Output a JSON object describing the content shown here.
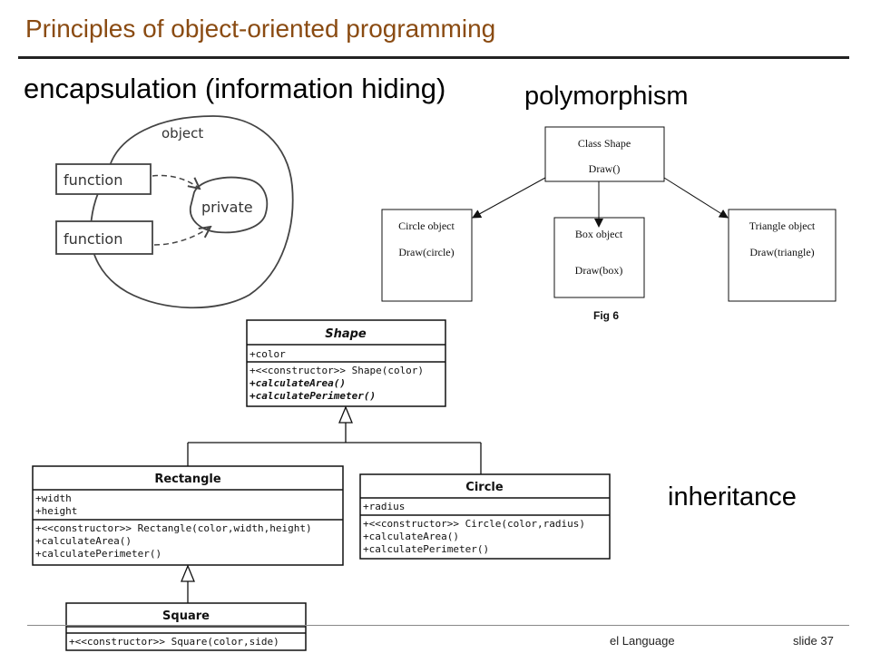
{
  "slide": {
    "title": "Principles of object-oriented programming",
    "encapsulation_label": "encapsulation (information hiding)",
    "polymorphism_label": "polymorphism",
    "inheritance_label": "inheritance",
    "footer_text": "el Language",
    "footer_slide": "slide 37"
  },
  "encapsulation_sketch": {
    "object_label": "object",
    "function_top": "function",
    "function_bottom": "function",
    "private_label": "private"
  },
  "polymorphism_diagram": {
    "class_box": {
      "title": "Class Shape",
      "method": "Draw()"
    },
    "children": [
      {
        "title": "Circle object",
        "method": "Draw(circle)"
      },
      {
        "title": "Box object",
        "method": "Draw(box)"
      },
      {
        "title": "Triangle object",
        "method": "Draw(triangle)"
      }
    ],
    "caption": "Fig 6"
  },
  "uml": {
    "shape": {
      "name": "Shape",
      "attributes": [
        "+color"
      ],
      "methods": [
        "+<<constructor>> Shape(color)",
        "+calculateArea()",
        "+calculatePerimeter()"
      ]
    },
    "rectangle": {
      "name": "Rectangle",
      "attributes": [
        "+width",
        "+height"
      ],
      "methods": [
        "+<<constructor>> Rectangle(color,width,height)",
        "+calculateArea()",
        "+calculatePerimeter()"
      ]
    },
    "circle": {
      "name": "Circle",
      "attributes": [
        "+radius"
      ],
      "methods": [
        "+<<constructor>> Circle(color,radius)",
        "+calculateArea()",
        "+calculatePerimeter()"
      ]
    },
    "square": {
      "name": "Square",
      "methods": [
        "+<<constructor>> Square(color,side)"
      ]
    }
  }
}
